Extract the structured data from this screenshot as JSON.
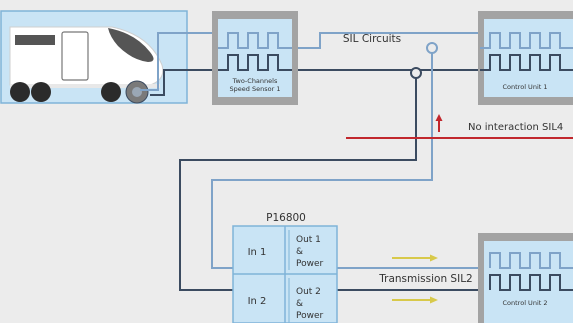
{
  "labels": {
    "sil_circuits": "SIL Circuits",
    "speed_sensor_line1": "Two-Channels",
    "speed_sensor_line2": "Speed Sensor 1",
    "control_unit_1": "Control Unit 1",
    "control_unit_2": "Control Unit 2",
    "no_interaction": "No interaction SIL4",
    "device_name": "P16800",
    "in_1": "In 1",
    "in_2": "In 2",
    "out_1_line1": "Out 1",
    "out_1_line2": "&",
    "out_1_line3": "Power",
    "out_2_line1": "Out 2",
    "out_2_line2": "&",
    "out_2_line3": "Power",
    "transmission": "Transmission SIL2"
  },
  "colors": {
    "background": "#ececec",
    "panel_fill": "#c9e4f5",
    "panel_border": "#7fb3d8",
    "box_gray": "#a3a3a3",
    "wire_light": "#7fa3c8",
    "wire_dark": "#3b4b60",
    "alert_red": "#c1272d",
    "arrow_yellow": "#d8c94a",
    "train_body": "#ffffff",
    "train_nose": "#555555"
  },
  "icons": [
    "train-illustration",
    "square-wave-icon",
    "junction-node",
    "red-up-arrow",
    "yellow-right-arrow"
  ]
}
